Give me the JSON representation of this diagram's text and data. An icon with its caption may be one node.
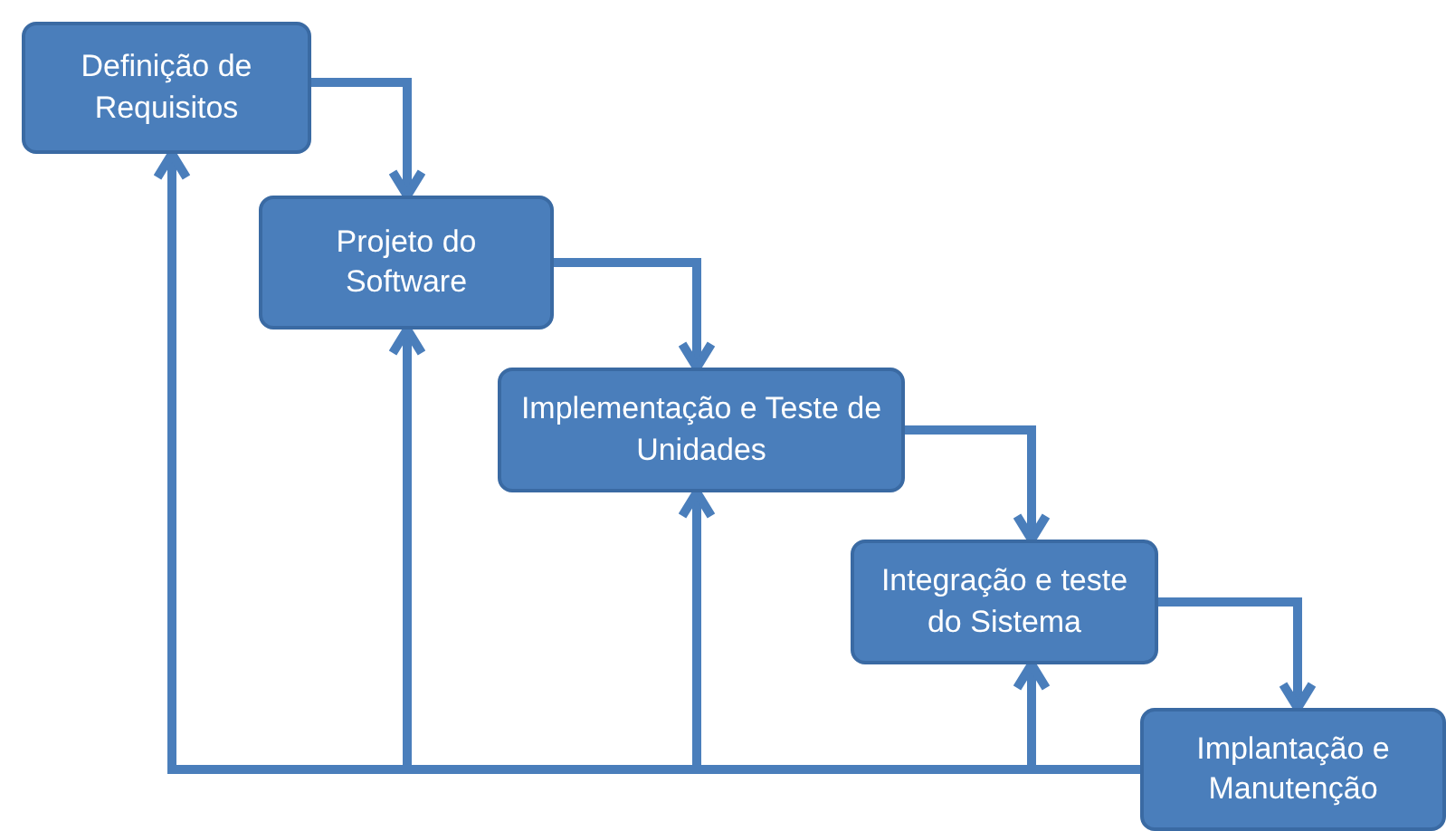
{
  "diagram": {
    "nodes": [
      {
        "text": [
          "Definição de Requisitos"
        ]
      },
      {
        "text": [
          "Projeto do Software"
        ]
      },
      {
        "text": [
          "Implementação e Teste de Unidades"
        ]
      },
      {
        "text": [
          "Integração e teste do Sistema"
        ]
      },
      {
        "text": [
          "Implantação e Manutenção"
        ]
      }
    ],
    "edges": [
      {
        "from": 0,
        "to": 1,
        "arrow": "to"
      },
      {
        "from": 1,
        "to": 2,
        "arrow": "to"
      },
      {
        "from": 2,
        "to": 3,
        "arrow": "to"
      },
      {
        "from": 3,
        "to": 4,
        "arrow": "to"
      },
      {
        "from": 4,
        "to": 0,
        "arrow": "to"
      },
      {
        "from": 4,
        "to": 1,
        "arrow": "to"
      },
      {
        "from": 4,
        "to": 2,
        "arrow": "to"
      },
      {
        "from": 4,
        "to": 3,
        "arrow": "to"
      }
    ]
  }
}
